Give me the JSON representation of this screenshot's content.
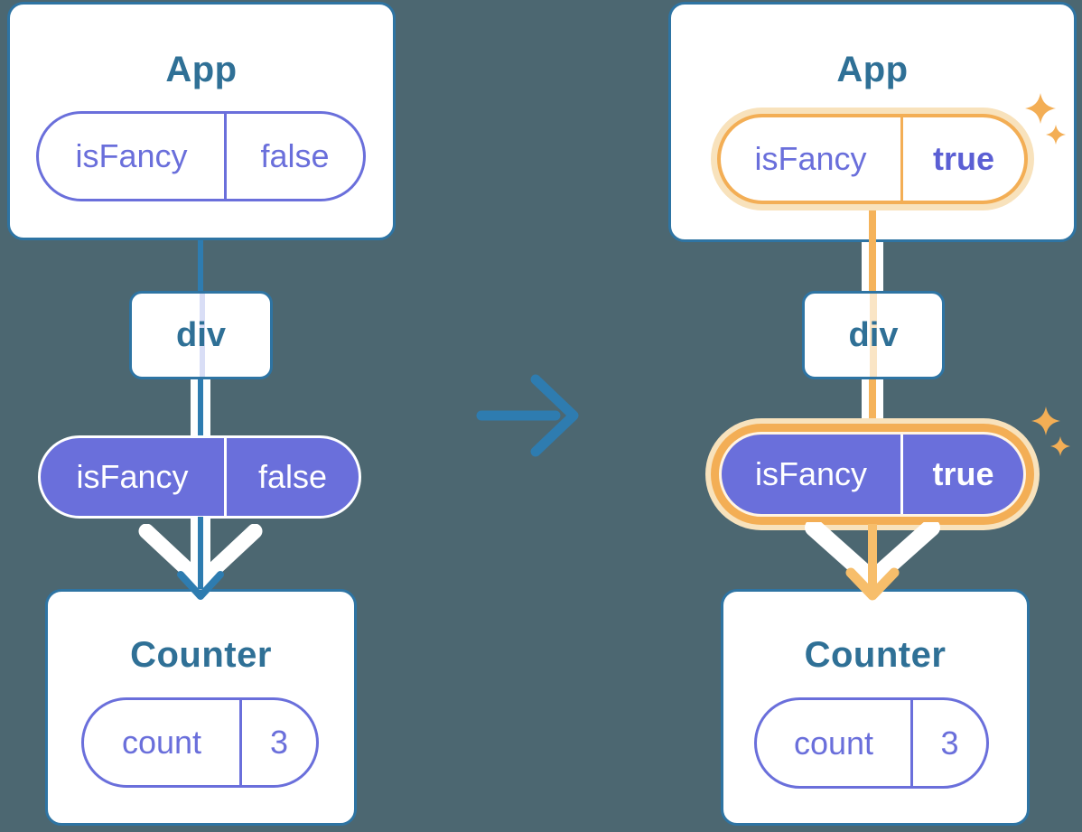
{
  "colors": {
    "background": "#4C6771",
    "card_border": "#2E74A3",
    "title_text": "#2F7096",
    "purple": "#6A6FDB",
    "purple_bold_text": "#5B5FD4",
    "blue_flow": "#2E7CB0",
    "orange_highlight": "#F3AE55",
    "orange_glow": "#F8E2BC",
    "white": "#FFFFFF"
  },
  "before": {
    "app": {
      "title": "App",
      "prop": {
        "name": "isFancy",
        "value": "false"
      }
    },
    "div_node": {
      "label": "div"
    },
    "passed_prop": {
      "name": "isFancy",
      "value": "false"
    },
    "counter": {
      "title": "Counter",
      "state": {
        "name": "count",
        "value": "3"
      }
    }
  },
  "after": {
    "app": {
      "title": "App",
      "prop": {
        "name": "isFancy",
        "value": "true"
      }
    },
    "div_node": {
      "label": "div"
    },
    "passed_prop": {
      "name": "isFancy",
      "value": "true"
    },
    "counter": {
      "title": "Counter",
      "state": {
        "name": "count",
        "value": "3"
      }
    }
  }
}
